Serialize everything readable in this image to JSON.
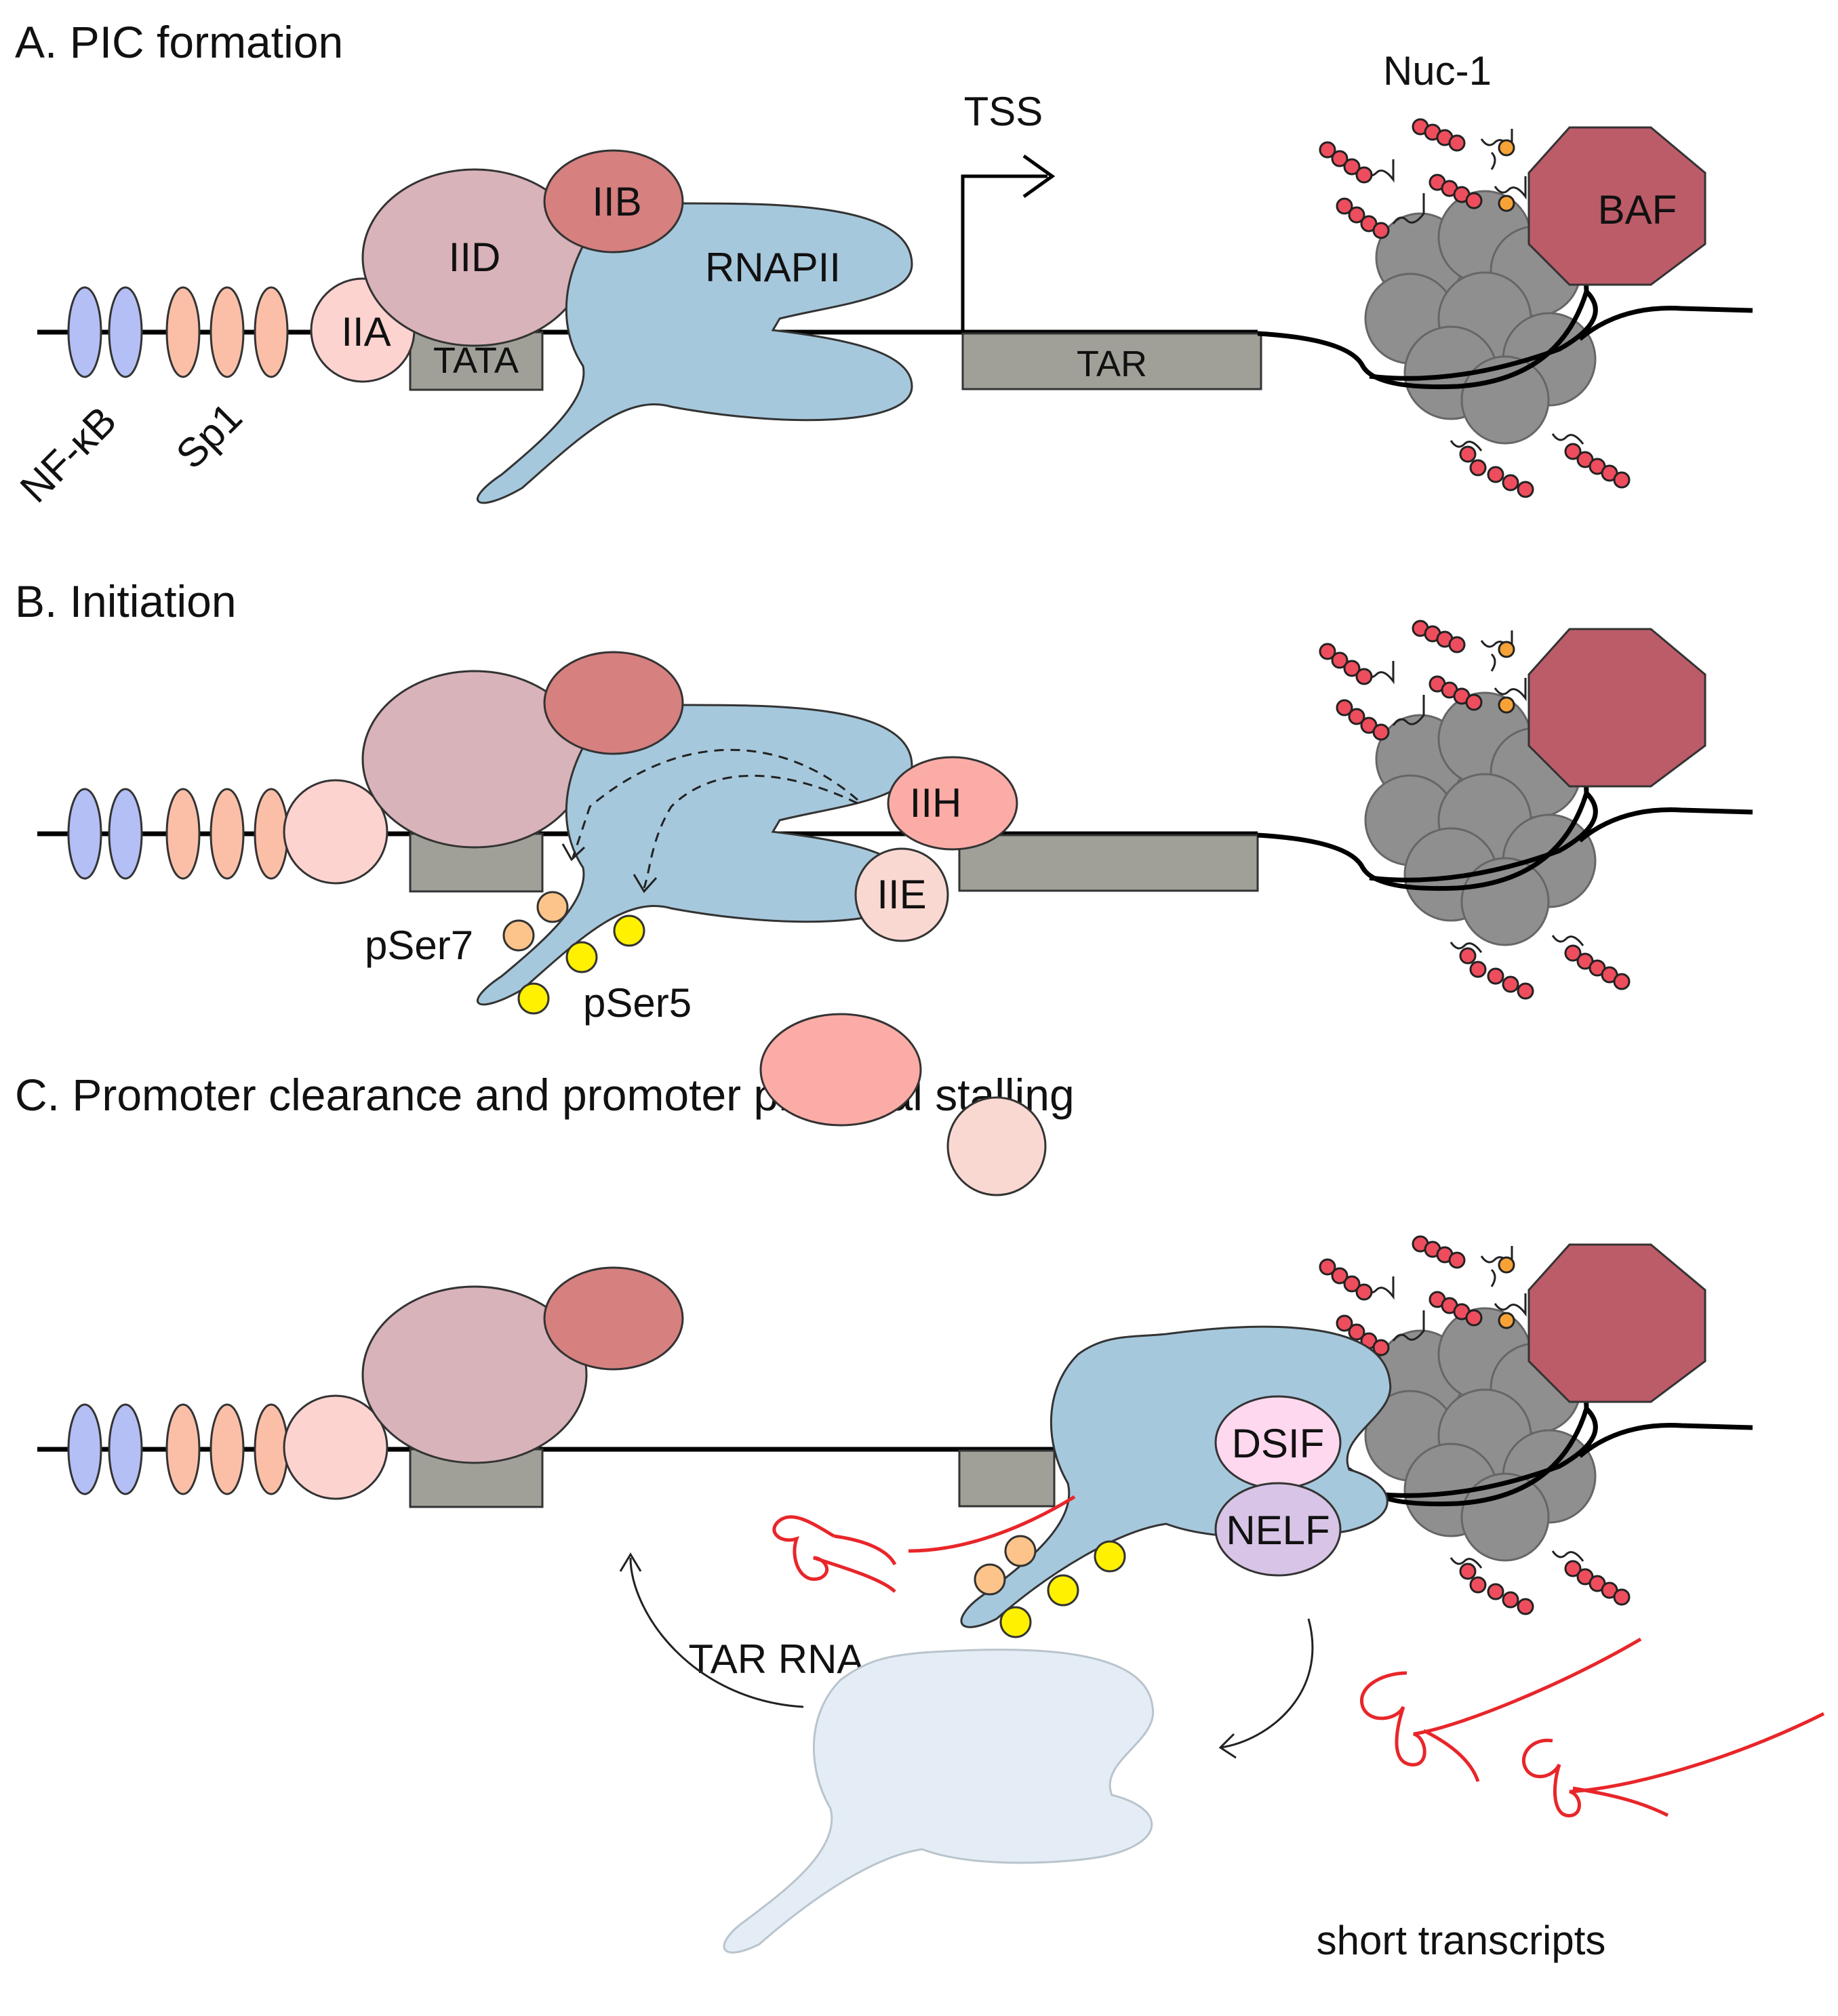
{
  "panels": {
    "a": {
      "title": "A. PIC formation",
      "nfkb": "NF-κB",
      "sp1": "Sp1",
      "iia": "IIA",
      "iid": "IID",
      "iib": "IIB",
      "tata": "TATA",
      "rnapii": "RNAPII",
      "tss": "TSS",
      "tar": "TAR",
      "nuc1": "Nuc-1",
      "baf": "BAF"
    },
    "b": {
      "title": "B. Initiation",
      "iih": "IIH",
      "iie": "IIE",
      "pser7": "pSer7",
      "pser5": "pSer5"
    },
    "c": {
      "title": "C. Promoter clearance and promoter proximal stalling",
      "dsif": "DSIF",
      "nelf": "NELF",
      "tar_rna": "TAR RNA",
      "short_transcripts": "short transcripts"
    }
  },
  "colors": {
    "nfkb": "#b3bff5",
    "sp1": "#fbbfa8",
    "iia": "#fdd3d0",
    "iid": "#d8b3b9",
    "iib": "#d68080",
    "rnapii": "#a6c8dc",
    "rnapii_faded": "#e4edf5",
    "box": "#a0a098",
    "nucleosome": "#8f8f8f",
    "baf": "#bd5c69",
    "histone_tail_bead": "#ee4d5d",
    "tail_marker": "#f7a236",
    "iih": "#fbaca7",
    "iie": "#fad8d2",
    "pser7": "#fcc48a",
    "pser5": "#fff100",
    "dsif": "#fdd8ee",
    "nelf": "#d7c4e6",
    "rna": "#e8262a"
  }
}
